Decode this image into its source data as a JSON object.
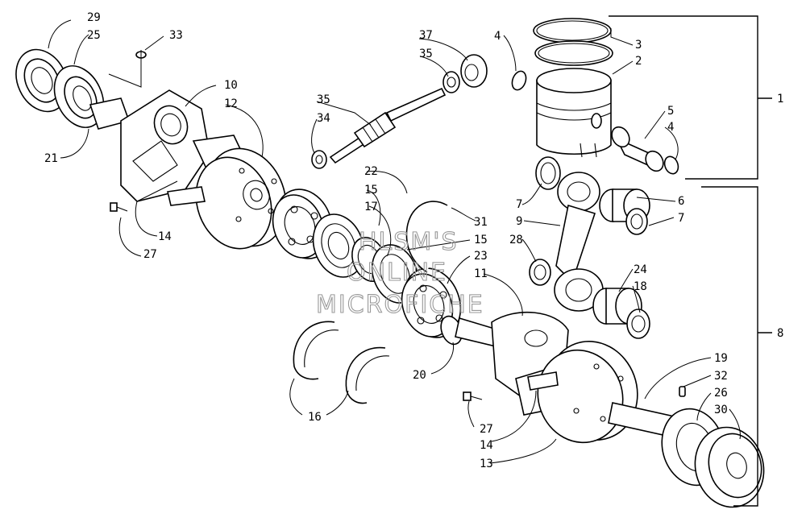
{
  "diagram": {
    "callouts": [
      {
        "id": "c29",
        "text": "29"
      },
      {
        "id": "c25",
        "text": "25"
      },
      {
        "id": "c33",
        "text": "33"
      },
      {
        "id": "c10",
        "text": "10"
      },
      {
        "id": "c12",
        "text": "12"
      },
      {
        "id": "c21",
        "text": "21"
      },
      {
        "id": "c14a",
        "text": "14"
      },
      {
        "id": "c27a",
        "text": "27"
      },
      {
        "id": "c37",
        "text": "37"
      },
      {
        "id": "c35a",
        "text": "35"
      },
      {
        "id": "c35b",
        "text": "35"
      },
      {
        "id": "c34",
        "text": "34"
      },
      {
        "id": "c22",
        "text": "22"
      },
      {
        "id": "c15a",
        "text": "15"
      },
      {
        "id": "c17",
        "text": "17"
      },
      {
        "id": "c31",
        "text": "31"
      },
      {
        "id": "c15b",
        "text": "15"
      },
      {
        "id": "c23",
        "text": "23"
      },
      {
        "id": "c11",
        "text": "11"
      },
      {
        "id": "c20",
        "text": "20"
      },
      {
        "id": "c16",
        "text": "16"
      },
      {
        "id": "c27b",
        "text": "27"
      },
      {
        "id": "c14b",
        "text": "14"
      },
      {
        "id": "c13",
        "text": "13"
      },
      {
        "id": "c4a",
        "text": "4"
      },
      {
        "id": "c3",
        "text": "3"
      },
      {
        "id": "c2",
        "text": "2"
      },
      {
        "id": "c1",
        "text": "1"
      },
      {
        "id": "c5",
        "text": "5"
      },
      {
        "id": "c4b",
        "text": "4"
      },
      {
        "id": "c7a",
        "text": "7"
      },
      {
        "id": "c6",
        "text": "6"
      },
      {
        "id": "c9",
        "text": "9"
      },
      {
        "id": "c7b",
        "text": "7"
      },
      {
        "id": "c28",
        "text": "28"
      },
      {
        "id": "c24",
        "text": "24"
      },
      {
        "id": "c18",
        "text": "18"
      },
      {
        "id": "c8",
        "text": "8"
      },
      {
        "id": "c19",
        "text": "19"
      },
      {
        "id": "c32",
        "text": "32"
      },
      {
        "id": "c26",
        "text": "26"
      },
      {
        "id": "c30",
        "text": "30"
      }
    ],
    "watermark": [
      "HLSM'S",
      "ONLINE",
      "MICROFICHE"
    ]
  }
}
